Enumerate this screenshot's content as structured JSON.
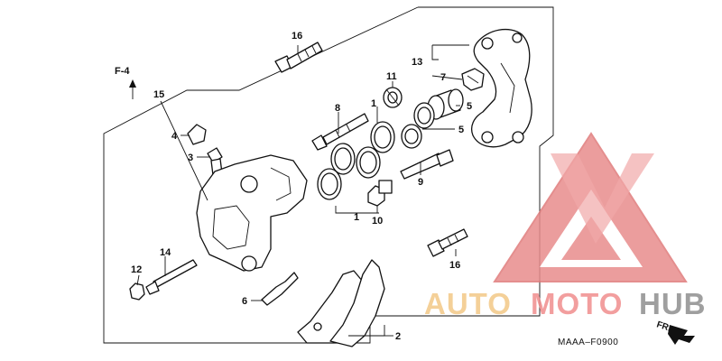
{
  "diagram": {
    "callouts": {
      "c1a": "1",
      "c1b": "1",
      "c2": "2",
      "c3": "3",
      "c4": "4",
      "c5a": "5",
      "c5b": "5",
      "c6": "6",
      "c7": "7",
      "c8": "8",
      "c9": "9",
      "c10": "10",
      "c11": "11",
      "c12": "12",
      "c13": "13",
      "c14": "14",
      "c15": "15",
      "c16a": "16",
      "c16b": "16"
    },
    "ref_label": "F-4",
    "diagram_code": "MAAA–F0900",
    "front_marker": "FR."
  },
  "watermark": {
    "text_auto": "AUTO",
    "text_moto": "MOTO",
    "text_hub": "HUB",
    "colors": {
      "triangle": "#e88c8c",
      "auto": "#f3c887",
      "moto": "#f08e8e",
      "hub": "#8f8f8f"
    }
  }
}
